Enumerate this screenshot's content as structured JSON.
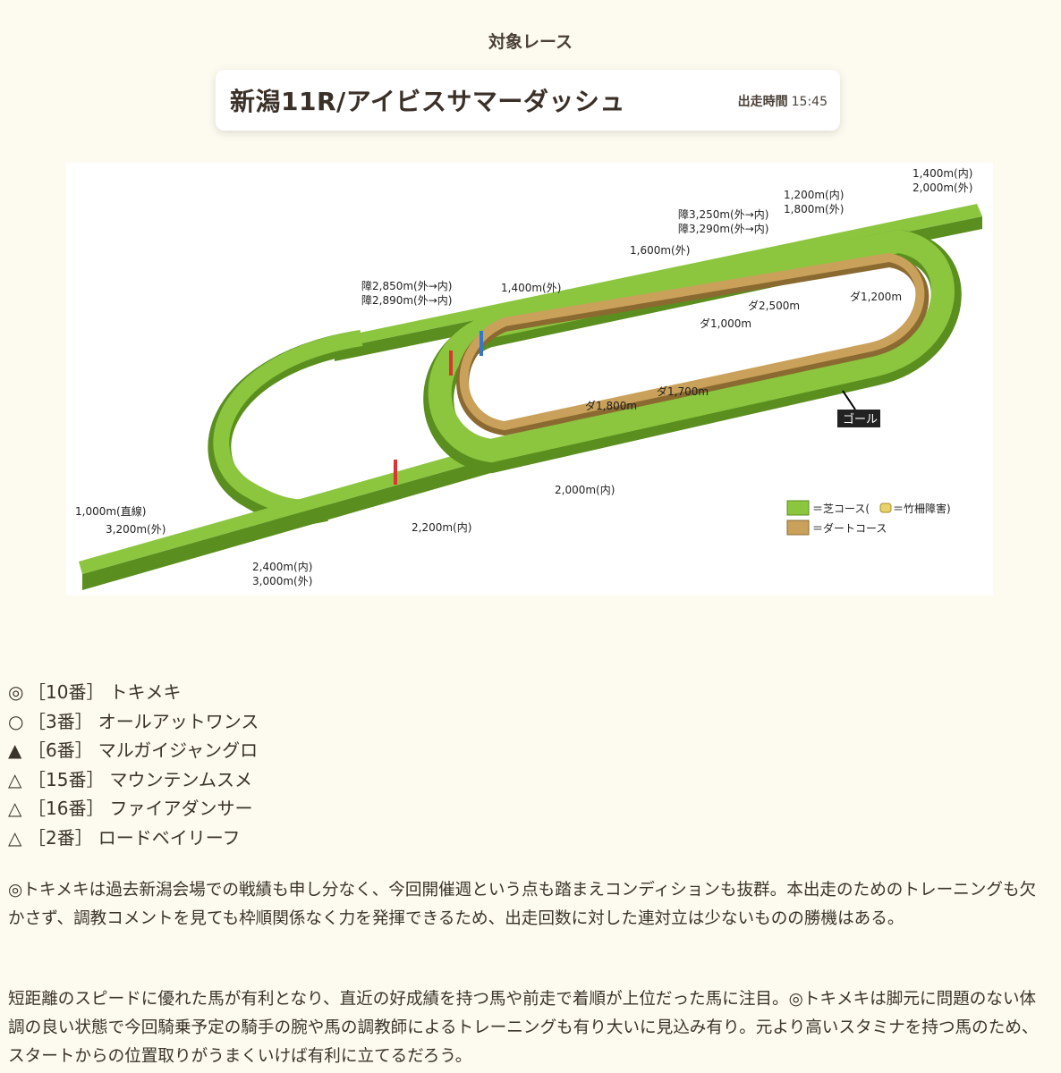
{
  "header": {
    "section_label": "対象レース",
    "race_title": "新潟11R/アイビスサマーダッシュ",
    "post_time_label": "出走時間",
    "post_time": "15:45"
  },
  "course_map": {
    "colors": {
      "turf": "#8cc63f",
      "turf_dark": "#5a8f1f",
      "dirt": "#c9a15a",
      "dirt_dark": "#8a6a30",
      "background": "#ffffff"
    },
    "labels": {
      "d1400_1": "1,400m(内)",
      "d1400_2": "2,000m(外)",
      "d1200_1": "1,200m(内)",
      "d1200_2": "1,800m(外)",
      "jump3250_1": "障3,250m(外→内)",
      "jump3250_2": "障3,290m(外→内)",
      "d1600": "1,600m(外)",
      "jump2850_1": "障2,850m(外→内)",
      "jump2850_2": "障2,890m(外→内)",
      "d1400out": "1,400m(外)",
      "dirt2500": "ダ2,500m",
      "dirt1200": "ダ1,200m",
      "dirt1000": "ダ1,000m",
      "dirt1700": "ダ1,700m",
      "dirt1800": "ダ1,800m",
      "goal": "ゴール",
      "d2000in": "2,000m(内)",
      "d2200in": "2,200m(内)",
      "straight_1": "1,000m(直線)",
      "straight_2": "3,200m(外)",
      "d2400_1": "2,400m(内)",
      "d2400_2": "3,000m(外)"
    },
    "legend": {
      "turf": "＝芝コース(",
      "turf_hurdle": "＝竹柵障害)",
      "dirt": "＝ダートコース"
    }
  },
  "picks": [
    {
      "mark": "◎",
      "number": "［10番］",
      "horse": "トキメキ"
    },
    {
      "mark": "○",
      "number": "［3番］",
      "horse": "オールアットワンス"
    },
    {
      "mark": "▲",
      "number": "［6番］",
      "horse": "マルガイジャングロ"
    },
    {
      "mark": "△",
      "number": "［15番］",
      "horse": "マウンテンムスメ"
    },
    {
      "mark": "△",
      "number": "［16番］",
      "horse": "ファイアダンサー"
    },
    {
      "mark": "△",
      "number": "［2番］",
      "horse": "ロードベイリーフ"
    }
  ],
  "paragraphs": [
    "◎トキメキは過去新潟会場での戦績も申し分なく、今回開催週という点も踏まえコンディションも抜群。本出走のためのトレーニングも欠かさず、調教コメントを見ても枠順関係なく力を発揮できるため、出走回数に対した連対立は少ないものの勝機はある。",
    "短距離のスピードに優れた馬が有利となり、直近の好成績を持つ馬や前走で着順が上位だった馬に注目。◎トキメキは脚元に問題のない体調の良い状態で今回騎乗予定の騎手の腕や馬の調教師によるトレーニングも有り大いに見込み有り。元より高いスタミナを持つ馬のため、スタートからの位置取りがうまくいけば有利に立てるだろう。"
  ]
}
